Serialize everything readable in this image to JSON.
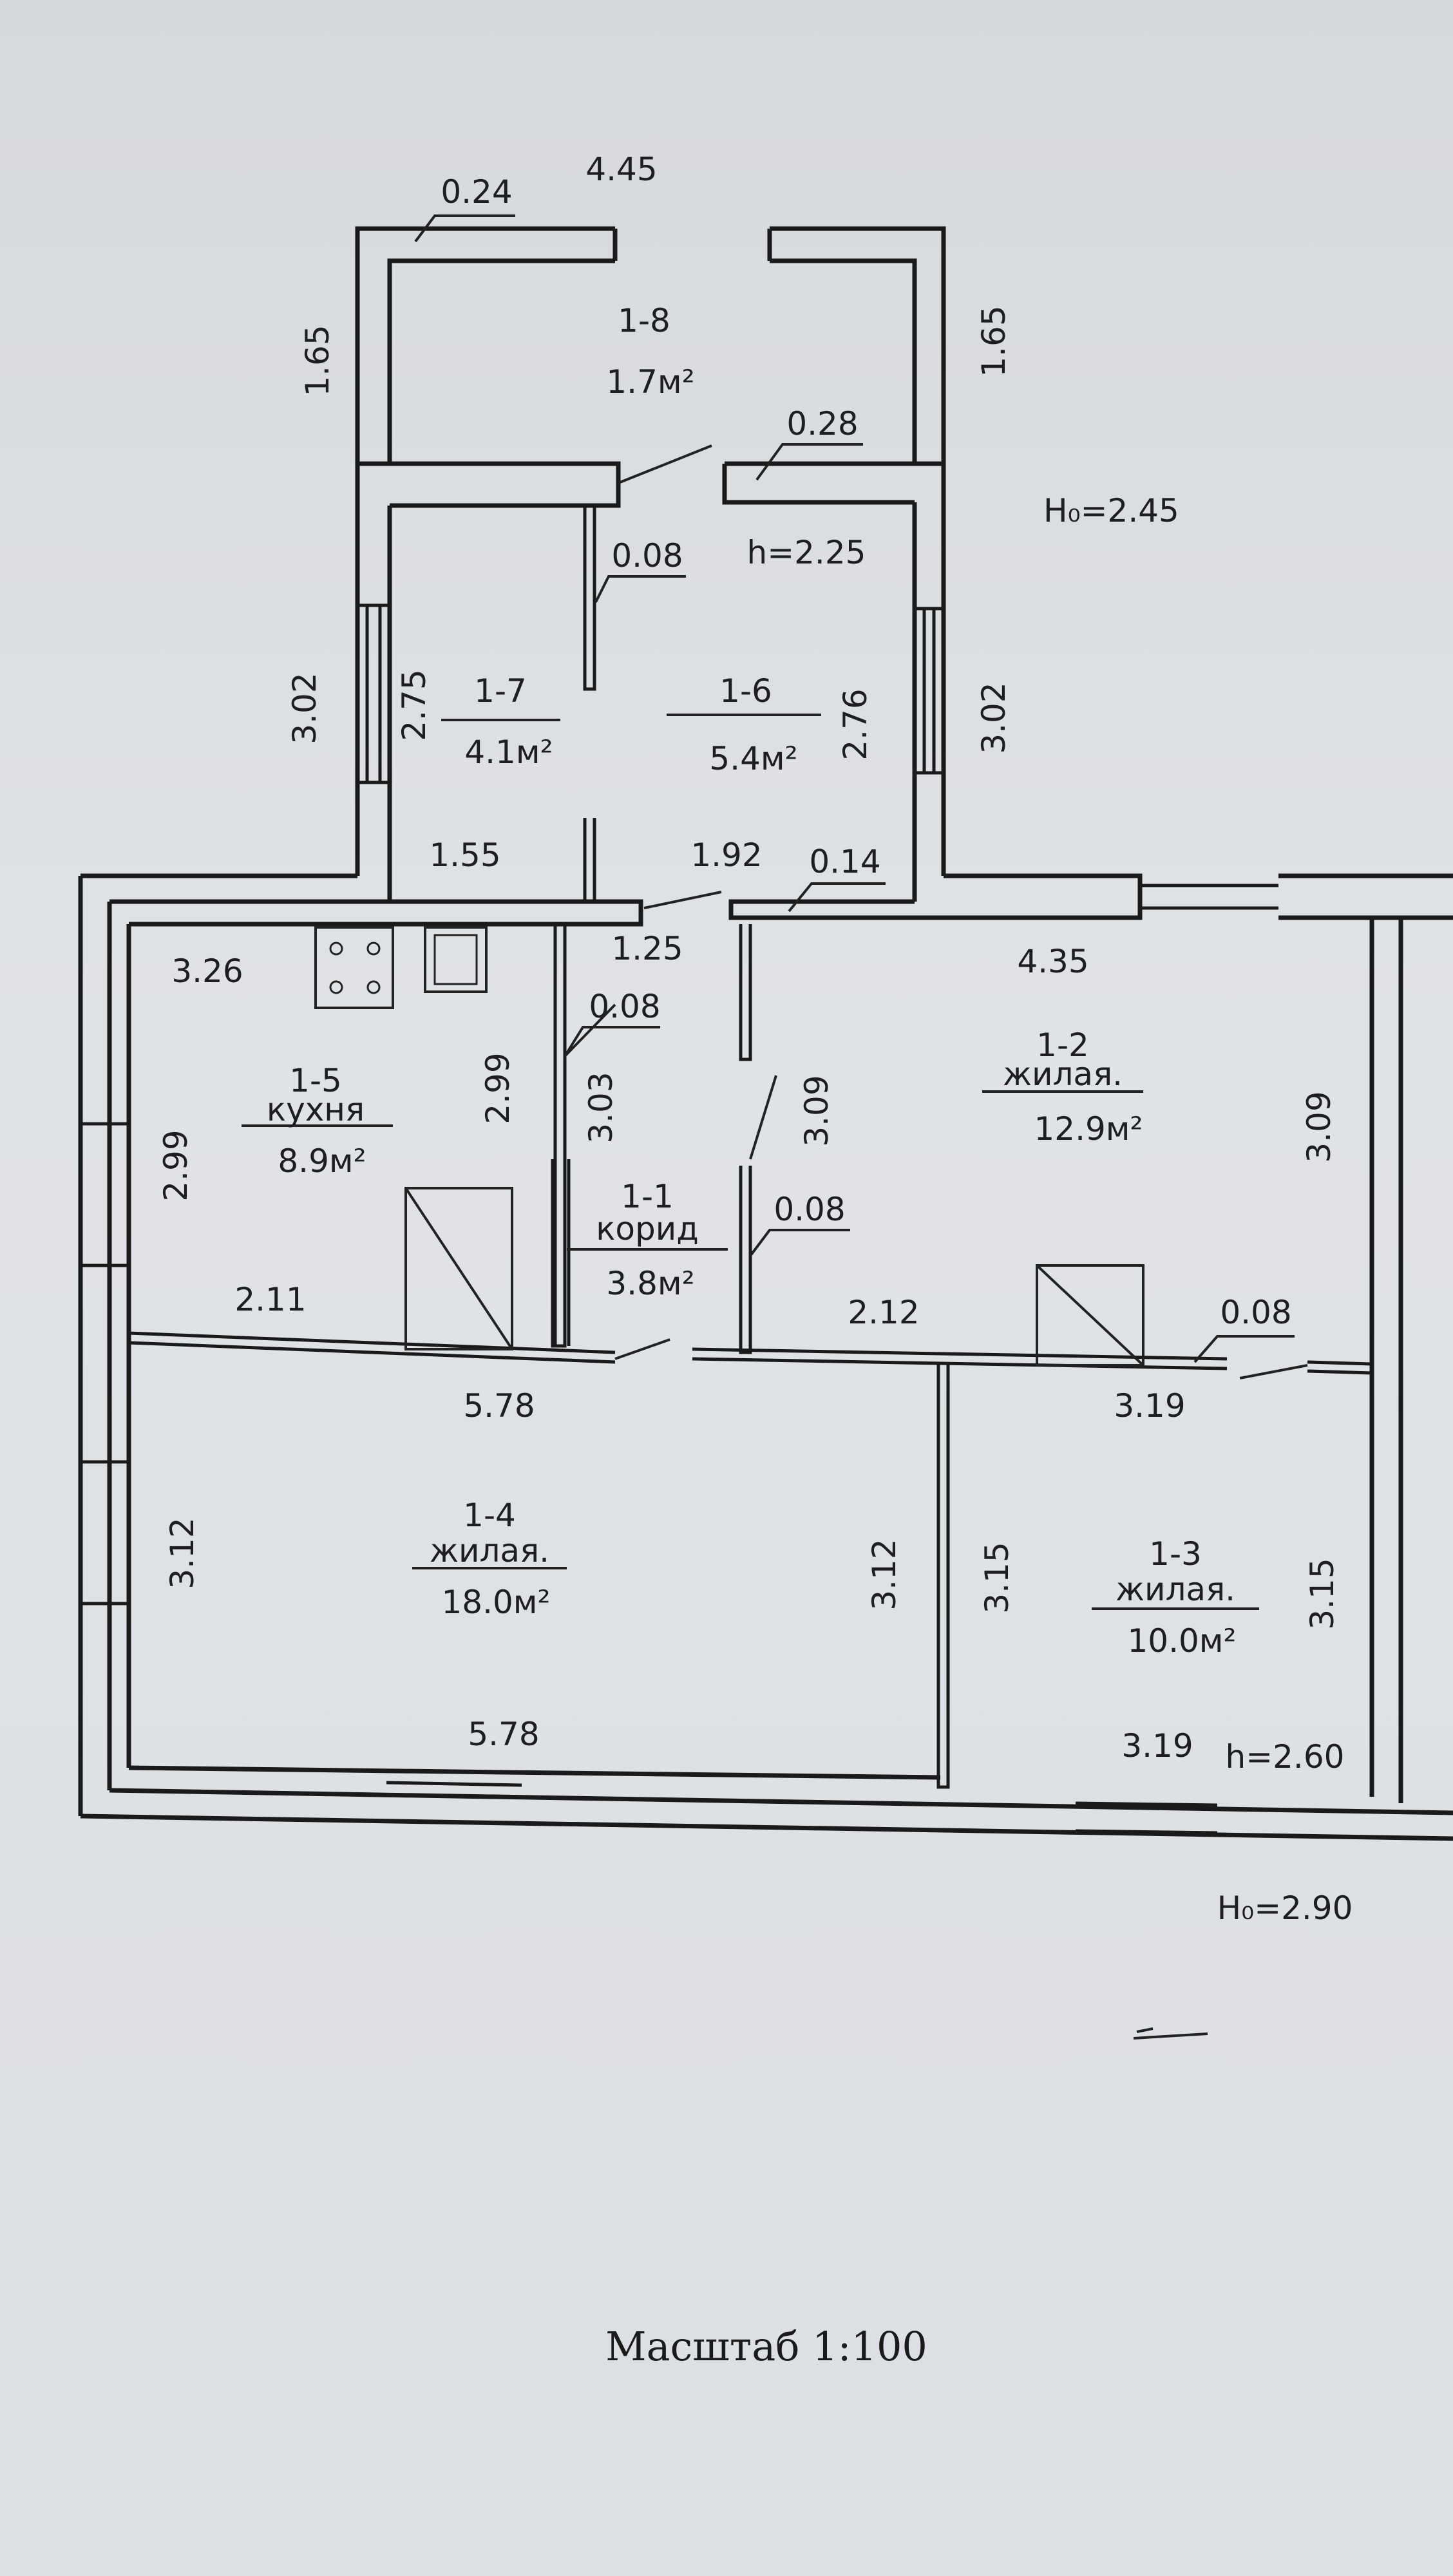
{
  "rooms": [
    {
      "id": "1-8",
      "area": "1.7м²"
    },
    {
      "id": "1-7",
      "area": "4.1м²"
    },
    {
      "id": "1-6",
      "area": "5.4м²"
    },
    {
      "id": "1-5",
      "type": "кухня",
      "area": "8.9м²"
    },
    {
      "id": "1-1",
      "type": "корид",
      "area": "3.8м²"
    },
    {
      "id": "1-2",
      "type": "жилая.",
      "area": "12.9м²"
    },
    {
      "id": "1-4",
      "type": "жилая.",
      "area": "18.0м²"
    },
    {
      "id": "1-3",
      "type": "жилая.",
      "area": "10.0м²"
    }
  ],
  "dimensions": {
    "top_width": "4.45",
    "wall_024": "0.24",
    "left_165": "1.65",
    "right_165": "1.65",
    "wall_028": "0.28",
    "h_upper": "h=2.25",
    "h0_upper": "H₀=2.45",
    "wall_008_a": "0.08",
    "left_302": "3.02",
    "r17_275": "2.75",
    "r16_276": "2.76",
    "right_302": "3.02",
    "w_155": "1.55",
    "w_192": "1.92",
    "wall_014": "0.14",
    "kitchen_326": "3.26",
    "hall_125": "1.25",
    "r12_435": "4.35",
    "wall_008_b": "0.08",
    "kitchen_299_l": "2.99",
    "kitchen_299_r": "2.99",
    "hall_303": "3.03",
    "hall_309": "3.09",
    "r12_309": "3.09",
    "wall_008_c": "0.08",
    "kitchen_211": "2.11",
    "r12_212": "2.12",
    "wall_008_d": "0.08",
    "r14_578_top": "5.78",
    "r13_319_top": "3.19",
    "r14_312_l": "3.12",
    "r14_312_r": "3.12",
    "r13_315_l": "3.15",
    "r13_315_r": "3.15",
    "r14_578_bot": "5.78",
    "r13_319_bot": "3.19",
    "h_lower": "h=2.60",
    "h0_lower": "H₀=2.90"
  },
  "scale_label": "Масштаб 1:100"
}
